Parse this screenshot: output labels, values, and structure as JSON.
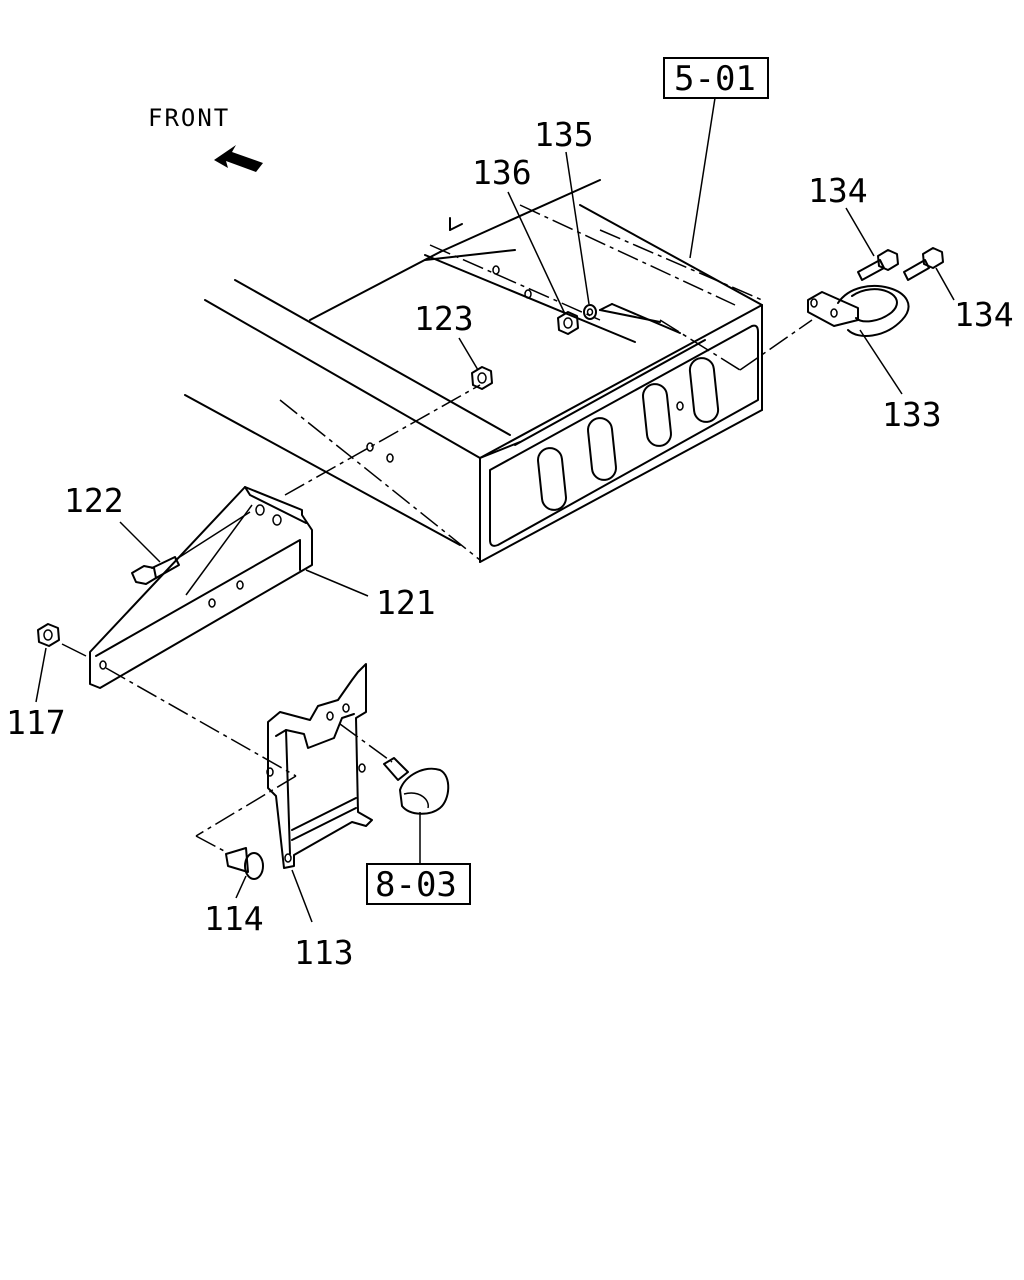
{
  "direction": {
    "label": "FRONT",
    "icon": "front-arrow-icon"
  },
  "references": [
    {
      "id": "ref-5-01",
      "text": "5-01"
    },
    {
      "id": "ref-8-03",
      "text": "8-03"
    }
  ],
  "callouts": {
    "p113": "113",
    "p114": "114",
    "p117": "117",
    "p121": "121",
    "p122": "122",
    "p123": "123",
    "p133": "133",
    "p134a": "134",
    "p134b": "134",
    "p135": "135",
    "p136": "136"
  }
}
